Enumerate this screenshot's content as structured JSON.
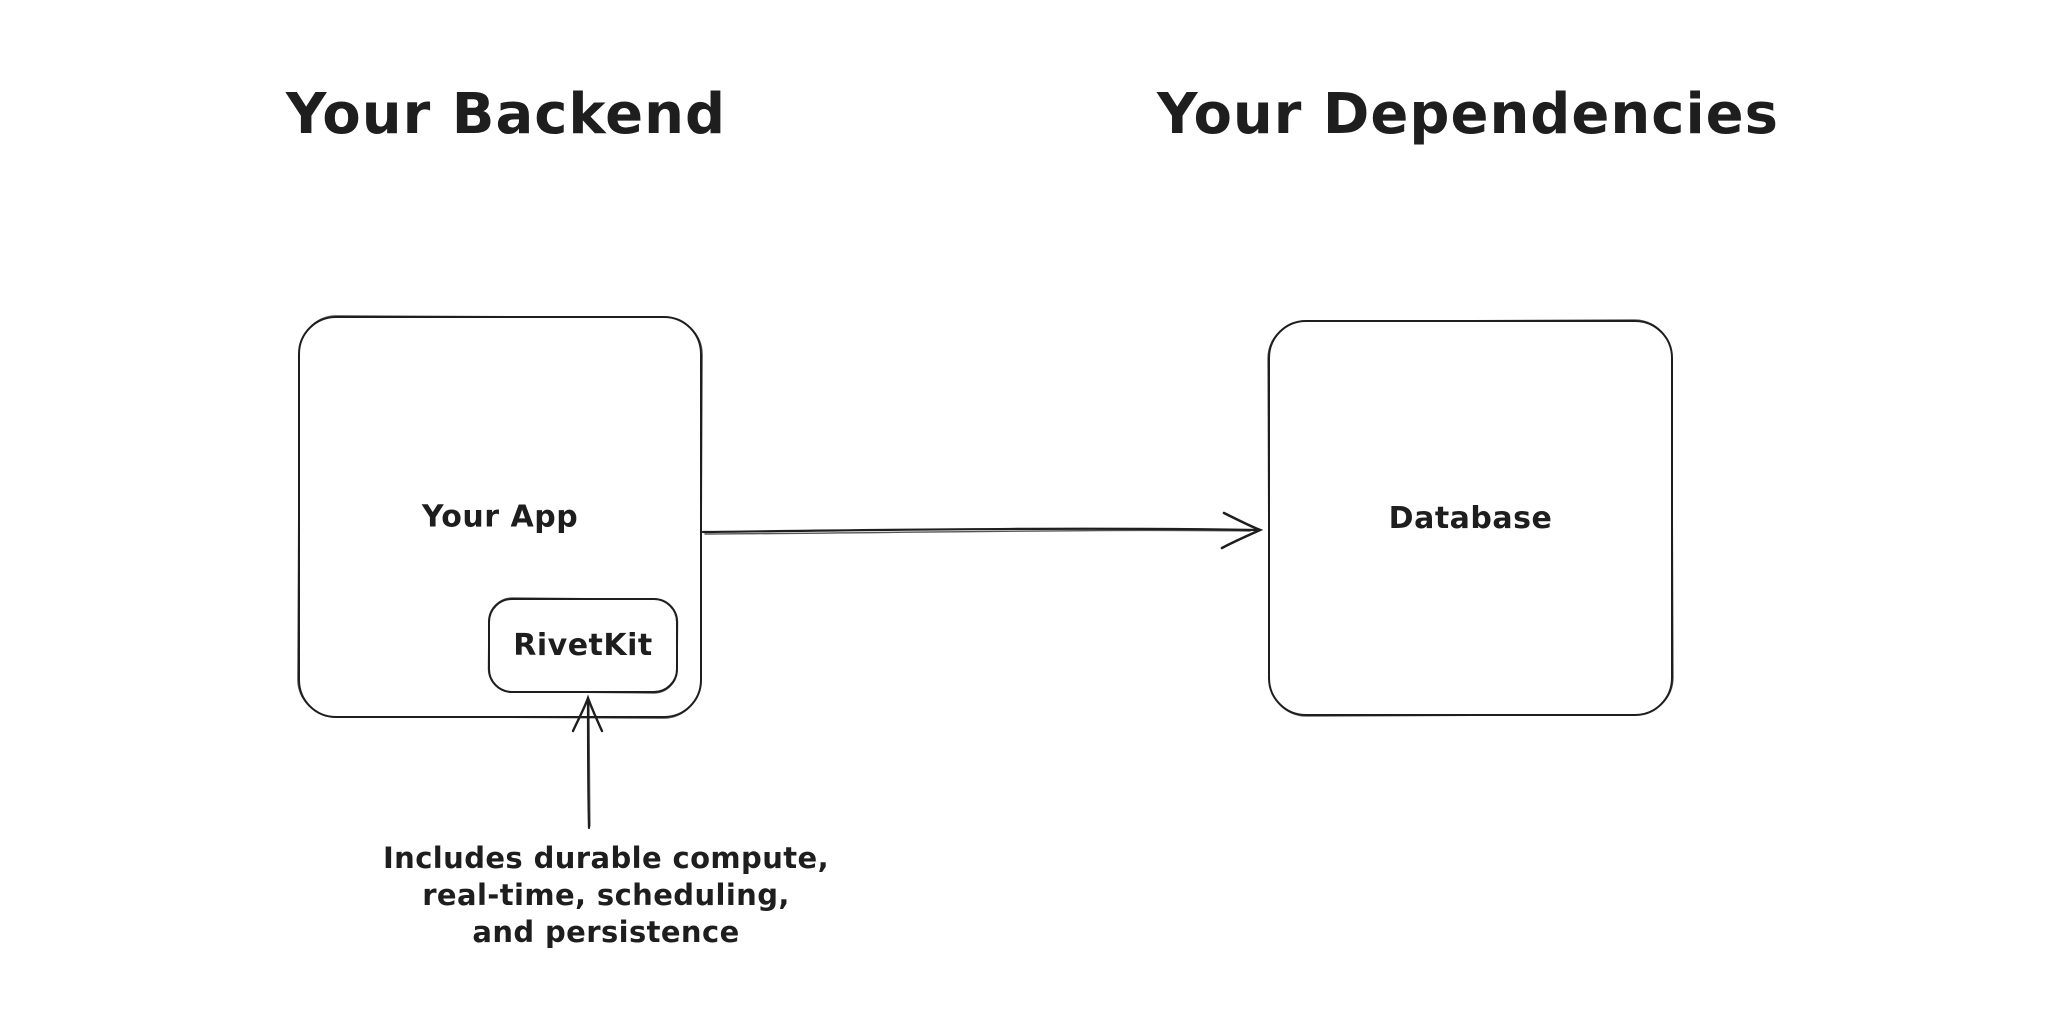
{
  "canvas": {
    "background_color": "#ffffff",
    "stroke_color": "#1e1e1e",
    "style": "hand-drawn"
  },
  "sections": {
    "backend": {
      "title": "Your Backend"
    },
    "dependencies": {
      "title": "Your Dependencies"
    }
  },
  "nodes": {
    "app": {
      "label": "Your App"
    },
    "rivetkit": {
      "label": "RivetKit"
    },
    "database": {
      "label": "Database"
    }
  },
  "edges": [
    {
      "from": "Your App",
      "to": "Database",
      "type": "arrow",
      "direction": "right"
    },
    {
      "from": "annotation",
      "to": "RivetKit",
      "type": "arrow",
      "direction": "up"
    }
  ],
  "annotation": {
    "line1": "Includes durable compute,",
    "line2": "real-time, scheduling,",
    "line3": "and persistence"
  }
}
